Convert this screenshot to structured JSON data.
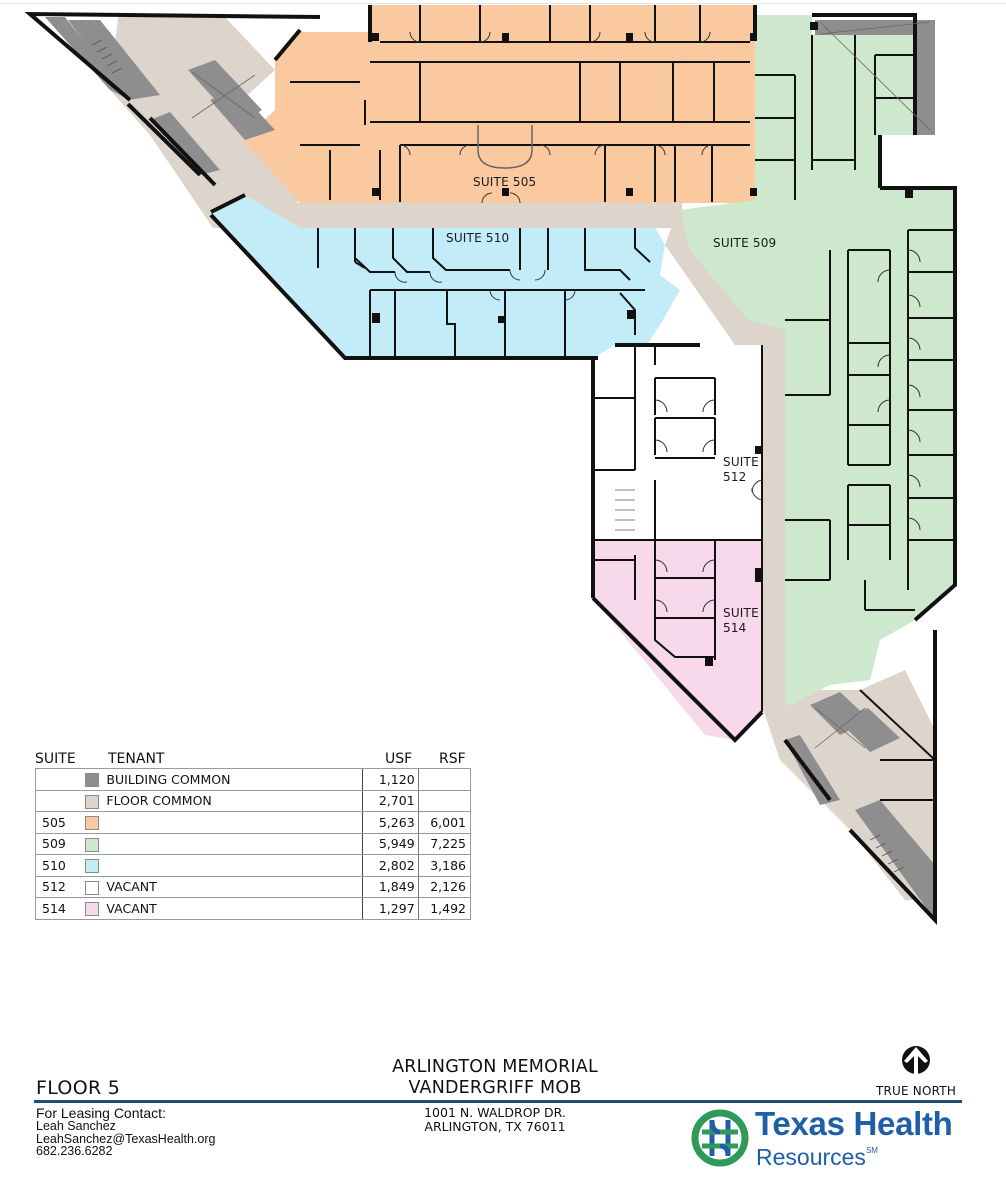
{
  "colors": {
    "building_common": "#8e8e8e",
    "floor_common": "#ddd5cb",
    "suite_505": "#fbc9a0",
    "suite_509": "#cde8cc",
    "suite_510": "#c2ecf8",
    "suite_512": "#ffffff",
    "suite_514": "#f8d9ec",
    "wall": "#111111",
    "brand_blue": "#1f5fa8",
    "brand_green": "#2f9a5a",
    "rule_blue": "#1f4e79"
  },
  "plan": {
    "suite_labels": {
      "s505": "SUITE 505",
      "s510": "SUITE 510",
      "s509": "SUITE 509",
      "s512_line1": "SUITE",
      "s512_line2": "512",
      "s514_line1": "SUITE",
      "s514_line2": "514"
    }
  },
  "legend": {
    "headers": {
      "suite": "SUITE",
      "tenant": "TENANT",
      "usf": "USF",
      "rsf": "RSF"
    },
    "rows": [
      {
        "suite": "",
        "swatch": "#8e8e8e",
        "tenant": "BUILDING COMMON",
        "usf": "1,120",
        "rsf": ""
      },
      {
        "suite": "",
        "swatch": "#ddd5cb",
        "tenant": "FLOOR COMMON",
        "usf": "2,701",
        "rsf": ""
      },
      {
        "suite": "505",
        "swatch": "#fbc9a0",
        "tenant": "",
        "usf": "5,263",
        "rsf": "6,001"
      },
      {
        "suite": "509",
        "swatch": "#cde8cc",
        "tenant": "",
        "usf": "5,949",
        "rsf": "7,225"
      },
      {
        "suite": "510",
        "swatch": "#c2ecf8",
        "tenant": "",
        "usf": "2,802",
        "rsf": "3,186"
      },
      {
        "suite": "512",
        "swatch": "#ffffff",
        "tenant": "VACANT",
        "usf": "1,849",
        "rsf": "2,126"
      },
      {
        "suite": "514",
        "swatch": "#f8d9ec",
        "tenant": "VACANT",
        "usf": "1,297",
        "rsf": "1,492"
      }
    ]
  },
  "footer": {
    "floor": "FLOOR 5",
    "building_line1": "ARLINGTON MEMORIAL",
    "building_line2": "VANDERGRIFF MOB",
    "address_line1": "1001 N. WALDROP DR.",
    "address_line2": "ARLINGTON, TX  76011",
    "contact_heading": "For Leasing Contact:",
    "contact_name": "Leah Sanchez",
    "contact_email": "LeahSanchez@TexasHealth.org",
    "contact_phone": "682.236.6282",
    "north_label": "TRUE NORTH",
    "north_icon": "north-arrow-icon",
    "logo_line1": "Texas Health",
    "logo_line2": "Resources",
    "logo_mark": "SM",
    "logo_icon": "texas-health-knot-icon"
  }
}
